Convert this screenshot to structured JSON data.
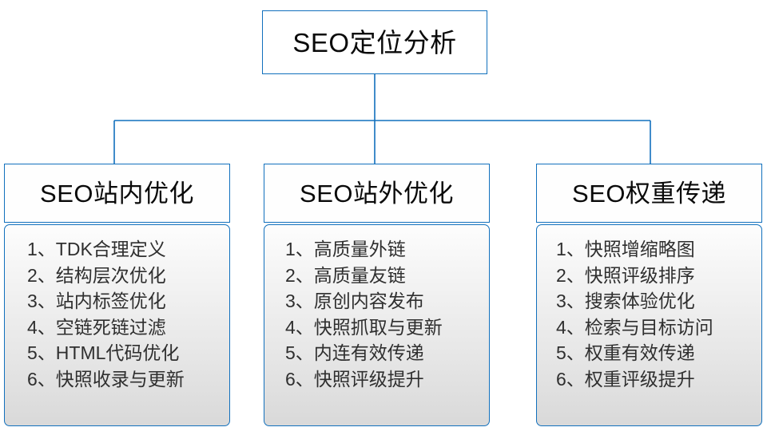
{
  "diagram": {
    "type": "org-chart",
    "orientation": "top-down",
    "connector_color": "#1170bd",
    "box_border_color": "#1170bd",
    "root": {
      "label": "SEO定位分析"
    },
    "branches": [
      {
        "header": "SEO站内优化",
        "items": [
          "1、TDK合理定义",
          "2、结构层次优化",
          "3、站内标签优化",
          "4、空链死链过滤",
          "5、HTML代码优化",
          "6、快照收录与更新"
        ]
      },
      {
        "header": "SEO站外优化",
        "items": [
          "1、高质量外链",
          "2、高质量友链",
          "3、原创内容发布",
          "4、快照抓取与更新",
          "5、内连有效传递",
          "6、快照评级提升"
        ]
      },
      {
        "header": "SEO权重传递",
        "items": [
          "1、快照增缩略图",
          "2、快照评级排序",
          "3、搜索体验优化",
          "4、检索与目标访问",
          "5、权重有效传递",
          "6、权重评级提升"
        ]
      }
    ]
  }
}
